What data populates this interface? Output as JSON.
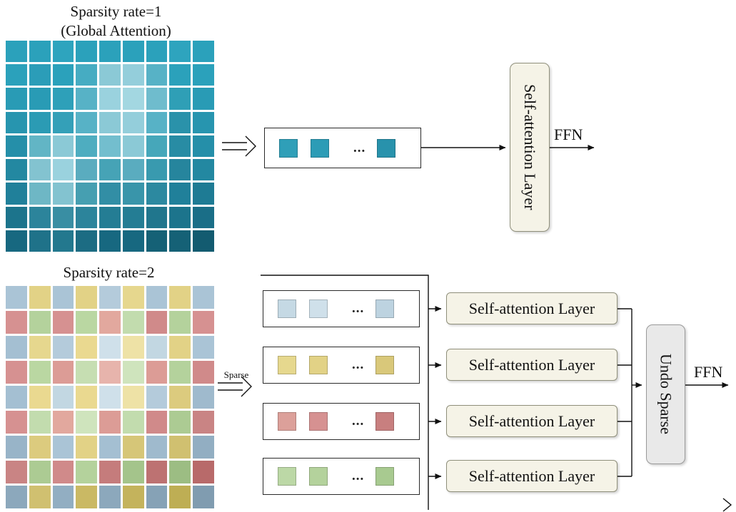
{
  "colors": {
    "sa_box_bg": "#f5f3e7",
    "undo_box_bg": "#e9e9e9",
    "line": "#111111"
  },
  "diagram": {
    "top": {
      "title_line1": "Sparsity rate=1",
      "title_line2": "(Global Attention)",
      "sa_label": "Self-attention Layer",
      "ffn_label": "FFN",
      "dots": "...",
      "token_colors": [
        "#2f9fb8",
        "#2c9cb6",
        "#2892ac"
      ],
      "grid_colors": [
        [
          "#2ba1bb",
          "#2ba1bb",
          "#2ea4be",
          "#2ba1bb",
          "#2ba1bb",
          "#2ba1bb",
          "#2ba1bb",
          "#2ea4be",
          "#2ba1bb"
        ],
        [
          "#2ba1bb",
          "#2b9db8",
          "#2ba1bb",
          "#46acc2",
          "#8bc9d6",
          "#94cedb",
          "#57b2c6",
          "#2ba1bb",
          "#2ba1bb"
        ],
        [
          "#299bb5",
          "#299bb5",
          "#2ea0b9",
          "#57b2c6",
          "#9ad2de",
          "#a3d7e1",
          "#6fbccd",
          "#2f9fb6",
          "#299bb5"
        ],
        [
          "#2795af",
          "#2b9bb4",
          "#34a0b8",
          "#57b2c6",
          "#8bc9d6",
          "#94cedb",
          "#57b2c6",
          "#2a92aa",
          "#2795af"
        ],
        [
          "#258fa9",
          "#62b5c5",
          "#8bc9d6",
          "#4eadc0",
          "#73bece",
          "#8bc9d6",
          "#46a7ba",
          "#288ca4",
          "#258fa9"
        ],
        [
          "#2388a1",
          "#83c3d0",
          "#9ad2de",
          "#5aacbf",
          "#46a3b6",
          "#5aacbf",
          "#399aaf",
          "#26859d",
          "#2388a1"
        ],
        [
          "#20809a",
          "#6eb7c5",
          "#83c3d0",
          "#469fb1",
          "#328ea5",
          "#3995aa",
          "#2c89a0",
          "#20809a",
          "#1e7b94"
        ],
        [
          "#1c748c",
          "#2c849b",
          "#398ea3",
          "#2c849b",
          "#247d94",
          "#247d94",
          "#20768d",
          "#1c748c",
          "#1a6e87"
        ],
        [
          "#176880",
          "#1f7289",
          "#23788e",
          "#1c6c83",
          "#176880",
          "#176880",
          "#156176",
          "#156176",
          "#135b70"
        ]
      ]
    },
    "bottom": {
      "title": "Sparsity rate=2",
      "sparse_label": "Sparse",
      "undo_label": "Undo Sparse",
      "ffn_label": "FFN",
      "dots": "...",
      "sa_labels": [
        "Self-attention Layer",
        "Self-attention Layer",
        "Self-attention Layer",
        "Self-attention Layer"
      ],
      "token_rows": [
        [
          "#c5d9e4",
          "#cfe0ea",
          "#bdd3e0"
        ],
        [
          "#e6d88e",
          "#e2d286",
          "#d9c87a"
        ],
        [
          "#dca09a",
          "#d69191",
          "#c87f7f"
        ],
        [
          "#bcd8a6",
          "#b4d29c",
          "#a8ca90"
        ]
      ],
      "grid_colors": [
        [
          "#aac4d6",
          "#e2d286",
          "#aac4d6",
          "#e2d286",
          "#b4cbdb",
          "#e6d78e",
          "#aac4d6",
          "#e2d286",
          "#aac4d6"
        ],
        [
          "#d69191",
          "#b4d29c",
          "#d69191",
          "#bad7a2",
          "#e2a89e",
          "#c2dcae",
          "#d08a8a",
          "#b4d29c",
          "#d69191"
        ],
        [
          "#a4bfd2",
          "#e6d78e",
          "#b4cbdb",
          "#ead990",
          "#cfe0ea",
          "#eee2a6",
          "#c2d7e2",
          "#e2d286",
          "#aac4d6"
        ],
        [
          "#d69191",
          "#bad7a2",
          "#dc9c96",
          "#c6deb2",
          "#e7b4ac",
          "#cfe4bd",
          "#dc9c96",
          "#b4d29c",
          "#d08a8a"
        ],
        [
          "#a4bfd2",
          "#ead990",
          "#c2d7e2",
          "#ead990",
          "#cfe0ea",
          "#eee2a6",
          "#b4cbdb",
          "#dccb7e",
          "#9fbacd"
        ],
        [
          "#d69191",
          "#c2dcae",
          "#e2a89e",
          "#cfe4bd",
          "#dc9c96",
          "#c2dcae",
          "#d08a8a",
          "#accb93",
          "#c98484"
        ],
        [
          "#98b4c8",
          "#dccb7e",
          "#aac4d6",
          "#e2d286",
          "#a4bfd2",
          "#d6c678",
          "#9fbacd",
          "#d0c070",
          "#92aec2"
        ],
        [
          "#c98484",
          "#accb93",
          "#d08a8a",
          "#b4d29c",
          "#c57c7c",
          "#a4c48b",
          "#bd7272",
          "#9cbd83",
          "#b86a6a"
        ],
        [
          "#8ca8bc",
          "#d0c070",
          "#92aec2",
          "#cab964",
          "#8ca8bc",
          "#c4b35c",
          "#86a2b6",
          "#beae54",
          "#809cb0"
        ]
      ]
    }
  }
}
